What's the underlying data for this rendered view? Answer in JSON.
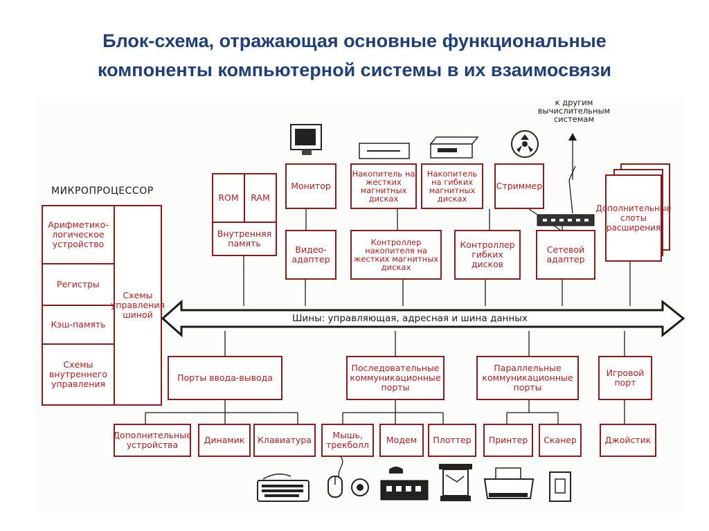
{
  "title": {
    "line1": "Блок-схема, отражающая основные функциональные",
    "line2": "компоненты компьютерной системы в их взаимосвязи"
  },
  "microprocessor": {
    "label": "МИКРОПРОЦЕССОР",
    "alu": "Арифметико-логическое устройство",
    "registers": "Регистры",
    "cache": "Кэш-память",
    "internal_control": "Схемы внутреннего управления",
    "bus_control": "Схемы управления шиной"
  },
  "memory": {
    "rom": "ROM",
    "ram": "RAM",
    "internal": "Внутренняя память"
  },
  "upper": {
    "monitor": "Монитор",
    "video_adapter": "Видео-адаптер",
    "hdd": "Накопитель на жестких магнитных дисках",
    "hdd_controller": "Контроллер накопителя на жестких магнитных дисках",
    "fdd": "Накопитель на гибких магнитных дисках",
    "fdd_controller": "Контроллер гибких дисков",
    "streamer": "Стриммер",
    "network_adapter": "Сетевой адаптер",
    "expansion_slots": "Дополнительные слоты расширения",
    "other_systems": "к другим вычислительным системам"
  },
  "bus": {
    "label": "Шины: управляющая, адресная и шина данных"
  },
  "lower": {
    "io_ports": "Порты ввода-вывода",
    "serial_ports": "Последовательные коммуникационные порты",
    "parallel_ports": "Параллельные коммуникационные порты",
    "game_port": "Игровой порт",
    "extra_devices": "Дополнительные устройства",
    "speaker": "Динамик",
    "keyboard": "Клавиатура",
    "mouse": "Мышь, трекболл",
    "modem": "Модем",
    "plotter": "Плоттер",
    "printer": "Принтер",
    "scanner": "Сканер",
    "joystick": "Джойстик"
  },
  "colors": {
    "title": "#1f3f7a",
    "box_border": "#8b1a1a",
    "box_text": "#b01c1c",
    "lines": "#1a1a1a"
  }
}
